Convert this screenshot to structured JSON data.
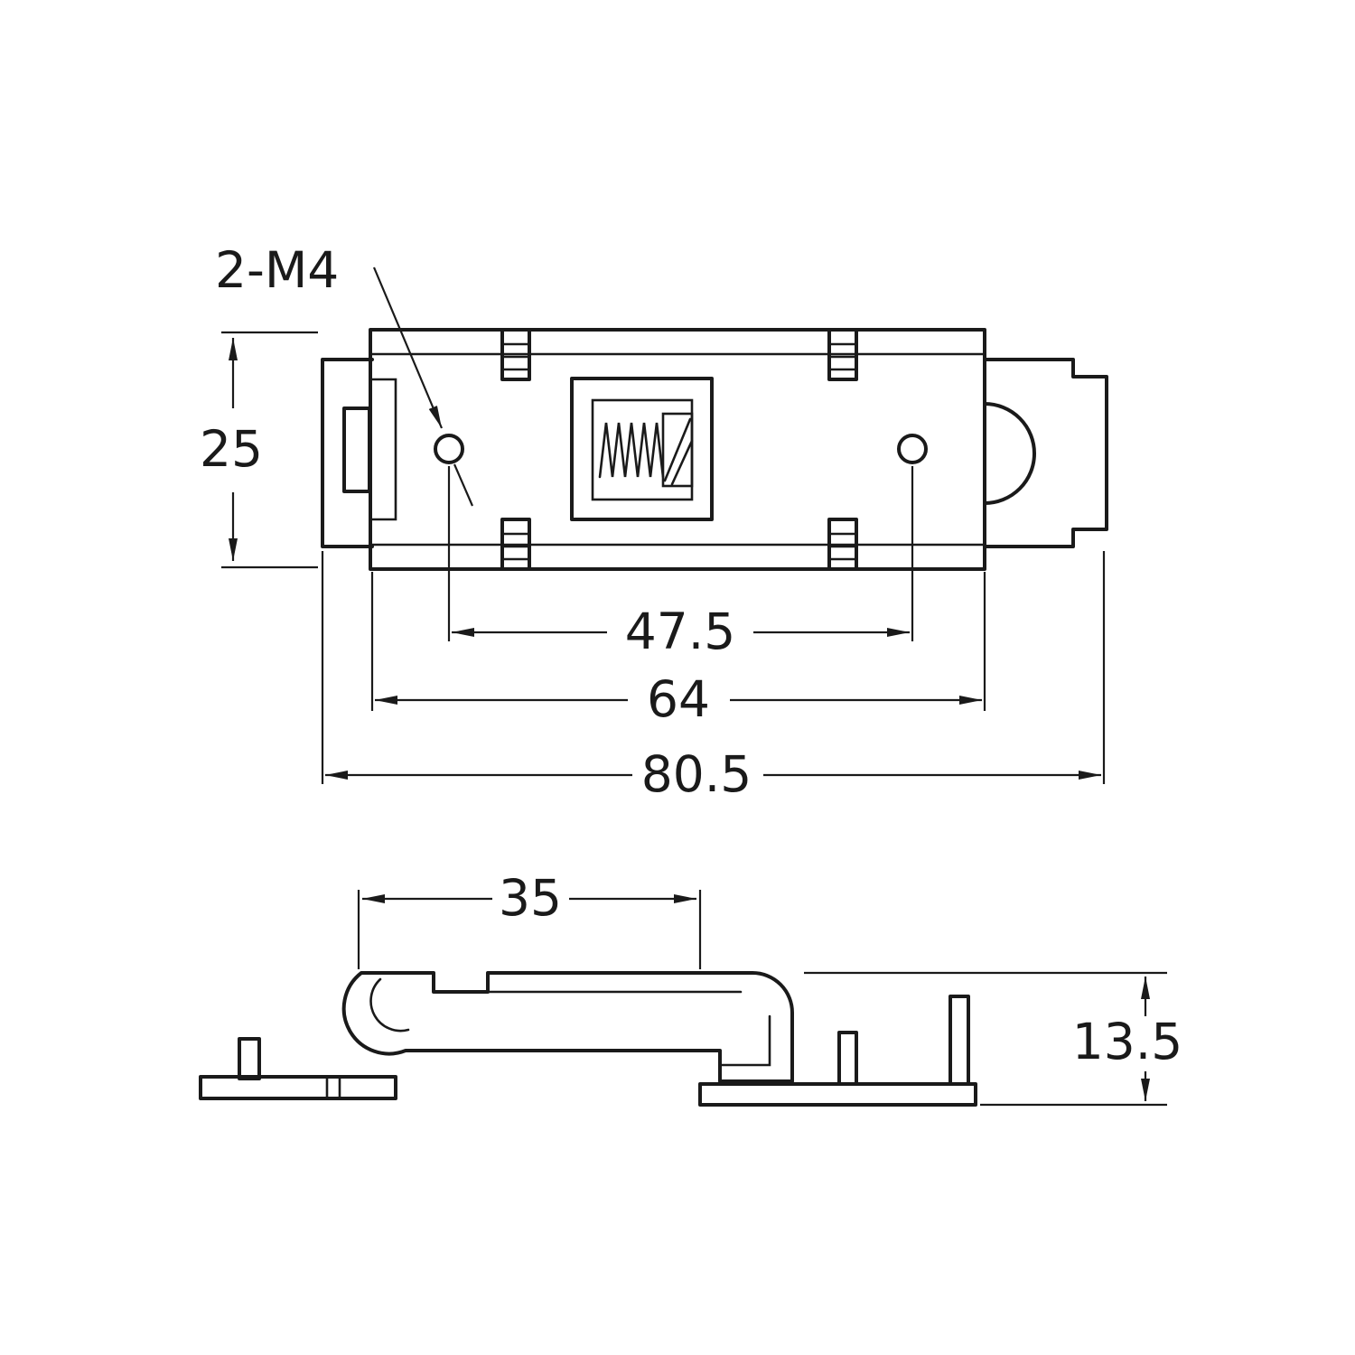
{
  "drawing": {
    "labels": {
      "thread_callout": "2-M4",
      "dim_height": "25",
      "dim_hole_spacing": "47.5",
      "dim_body_width": "64",
      "dim_overall_width": "80.5",
      "dim_side_top_width": "35",
      "dim_side_height": "13.5"
    },
    "colors": {
      "line": "#1a1a1a",
      "background": "#ffffff"
    }
  }
}
